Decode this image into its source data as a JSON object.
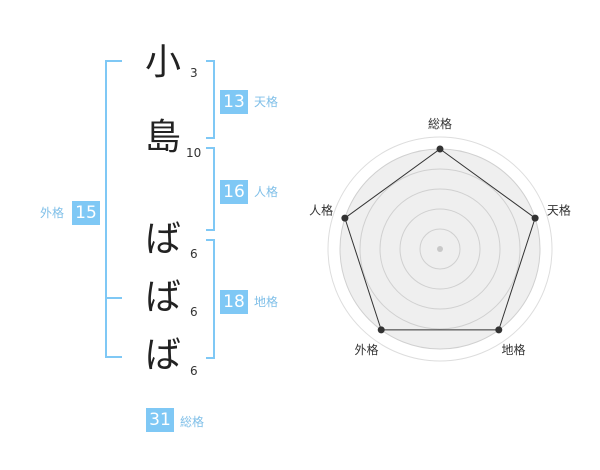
{
  "colors": {
    "accent": "#7fc8f5",
    "accent_text": "#7fbfe8",
    "bracket": "#7fc8f5"
  },
  "name_chars": [
    {
      "char": "小",
      "strokes": "3"
    },
    {
      "char": "島",
      "strokes": "10"
    },
    {
      "char": "ば",
      "strokes": "6"
    },
    {
      "char": "ば",
      "strokes": "6"
    },
    {
      "char": "ば",
      "strokes": "6"
    }
  ],
  "fortune": {
    "tenkaku": {
      "value": "13",
      "label": "天格"
    },
    "jinkaku": {
      "value": "16",
      "label": "人格"
    },
    "chikaku": {
      "value": "18",
      "label": "地格"
    },
    "gaikaku": {
      "value": "15",
      "label": "外格"
    },
    "soukaku": {
      "value": "31",
      "label": "総格"
    }
  },
  "chart_data": {
    "type": "radar",
    "axes": [
      "総格",
      "天格",
      "地格",
      "外格",
      "人格"
    ],
    "values": [
      1,
      1,
      1,
      1,
      1
    ],
    "rings": 5,
    "range": [
      0,
      1
    ]
  }
}
